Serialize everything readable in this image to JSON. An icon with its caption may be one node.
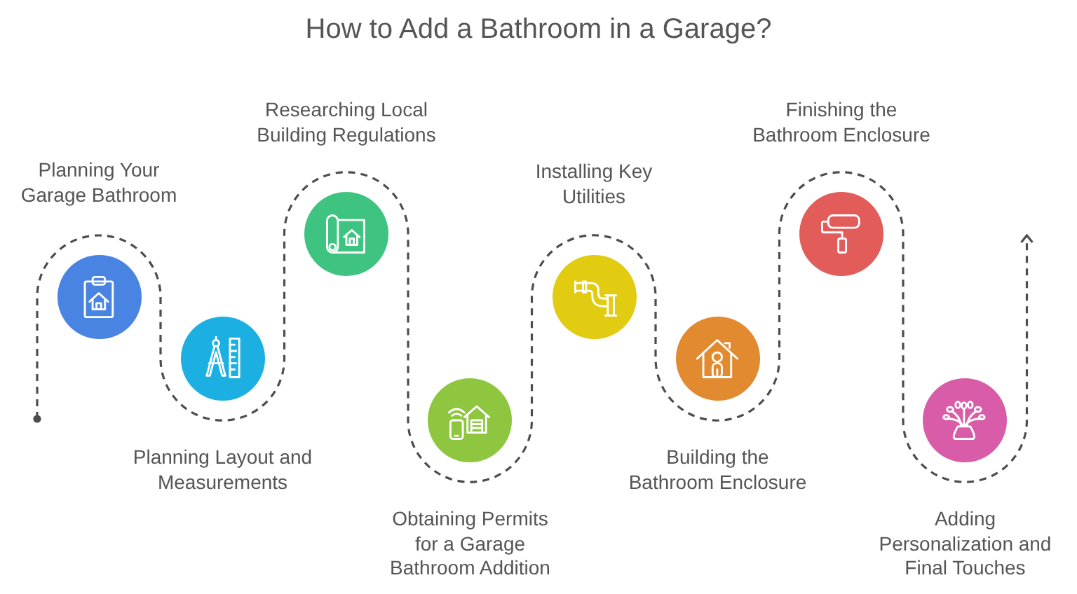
{
  "diagram": {
    "title": "How to Add a Bathroom in a Garage?",
    "nodes": [
      {
        "text": [],
        "shape": "circle",
        "beside": [
          "Planning Your Garage Bathroom"
        ]
      },
      {
        "text": [],
        "shape": "circle",
        "beside": [
          "Planning Layout and Measurements"
        ]
      },
      {
        "text": [],
        "shape": "circle",
        "beside": [
          "Researching Local Building Regulations"
        ]
      },
      {
        "text": [],
        "shape": "circle",
        "beside": [
          "Obtaining Permits for a Garage Bathroom Addition"
        ]
      },
      {
        "text": [],
        "shape": "circle",
        "beside": [
          "Installing Key Utilities"
        ]
      },
      {
        "text": [],
        "shape": "circle",
        "beside": [
          "Building the Bathroom Enclosure"
        ]
      },
      {
        "text": [],
        "shape": "circle",
        "beside": [
          "Finishing the Bathroom Enclosure"
        ]
      },
      {
        "text": [],
        "shape": "circle",
        "beside": [
          "Adding Personalization and Final Touches"
        ]
      }
    ]
  }
}
